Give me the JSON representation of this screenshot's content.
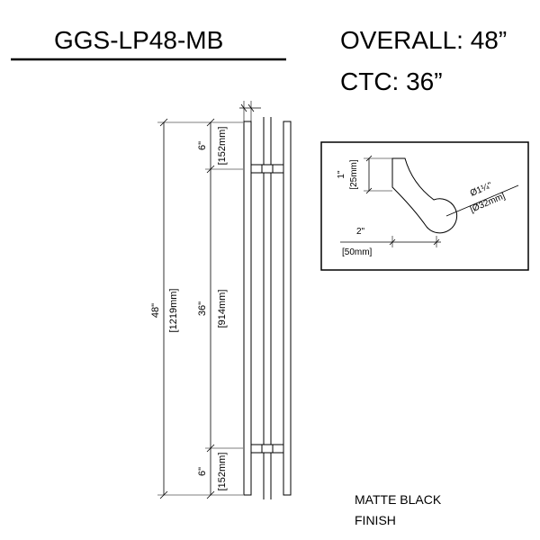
{
  "header": {
    "model": "GGS-LP48-MB",
    "overall": "OVERALL: 48”",
    "ctc": "CTC: 36”"
  },
  "dimensions": {
    "overall_in": "48\"",
    "overall_mm": "[1219mm]",
    "ctc_in": "36\"",
    "ctc_mm": "[914mm]",
    "top_offset_in": "6\"",
    "top_offset_mm": "[152mm]",
    "bottom_offset_in": "6\"",
    "bottom_offset_mm": "[152mm]"
  },
  "profile_detail": {
    "depth_in": "1\"",
    "depth_mm": "[25mm]",
    "length_in": "2\"",
    "length_mm": "[50mm]",
    "diameter_in": "Ø1¼\"",
    "diameter_mm": "[Ø32mm]"
  },
  "finish": {
    "line1": "MATTE BLACK",
    "line2": "FINISH"
  }
}
